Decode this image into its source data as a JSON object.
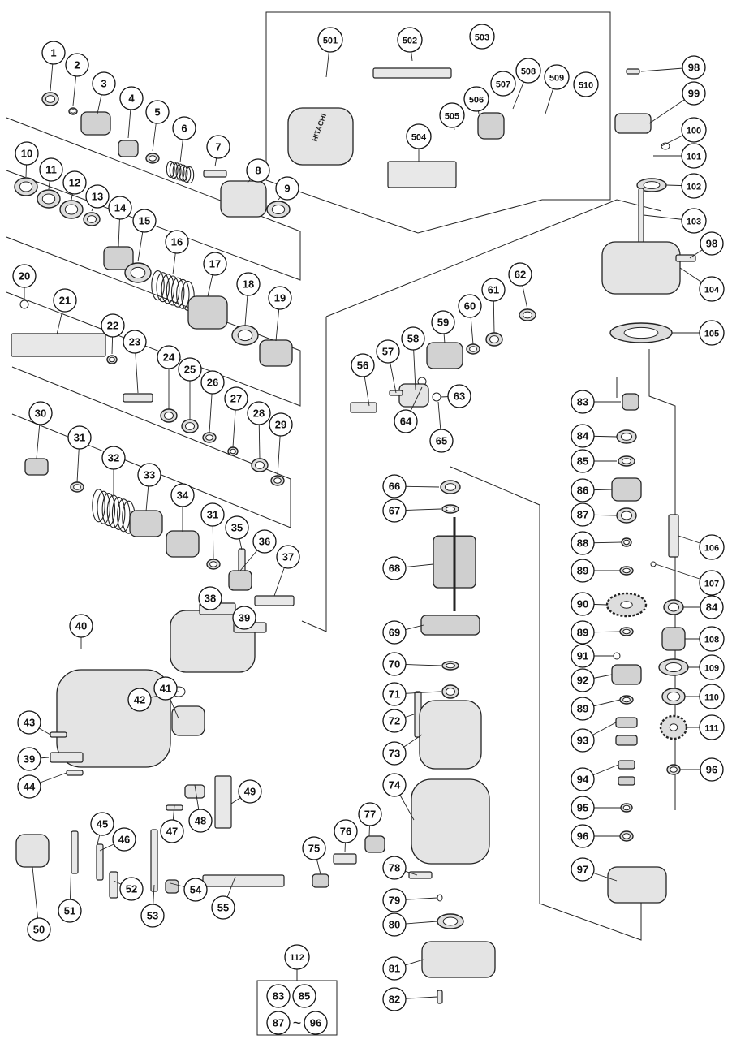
{
  "diagram": {
    "type": "exploded-parts-diagram",
    "callouts": [
      "1",
      "2",
      "3",
      "4",
      "5",
      "6",
      "7",
      "8",
      "9",
      "10",
      "11",
      "12",
      "13",
      "14",
      "15",
      "16",
      "17",
      "18",
      "19",
      "20",
      "21",
      "22",
      "23",
      "24",
      "25",
      "26",
      "27",
      "28",
      "29",
      "30",
      "31",
      "32",
      "33",
      "34",
      "31",
      "35",
      "36",
      "37",
      "38",
      "39",
      "40",
      "41",
      "42",
      "43",
      "39",
      "44",
      "45",
      "46",
      "47",
      "48",
      "49",
      "50",
      "51",
      "52",
      "53",
      "54",
      "55",
      "56",
      "57",
      "58",
      "59",
      "60",
      "61",
      "62",
      "63",
      "64",
      "65",
      "66",
      "67",
      "68",
      "69",
      "70",
      "71",
      "72",
      "73",
      "74",
      "75",
      "76",
      "77",
      "78",
      "79",
      "80",
      "81",
      "82",
      "83",
      "84",
      "85",
      "86",
      "87",
      "88",
      "89",
      "90",
      "89",
      "91",
      "92",
      "89",
      "93",
      "94",
      "95",
      "96",
      "97",
      "98",
      "99",
      "100",
      "101",
      "102",
      "103",
      "98",
      "104",
      "105",
      "106",
      "107",
      "84",
      "108",
      "109",
      "110",
      "111",
      "96",
      "501",
      "502",
      "503",
      "504",
      "505",
      "506",
      "507",
      "508",
      "509",
      "510"
    ],
    "case_label": "HITACHI",
    "kit": {
      "number": "112",
      "contents": [
        "83",
        "85",
        "87",
        "96"
      ],
      "range_symbol": "~"
    }
  }
}
